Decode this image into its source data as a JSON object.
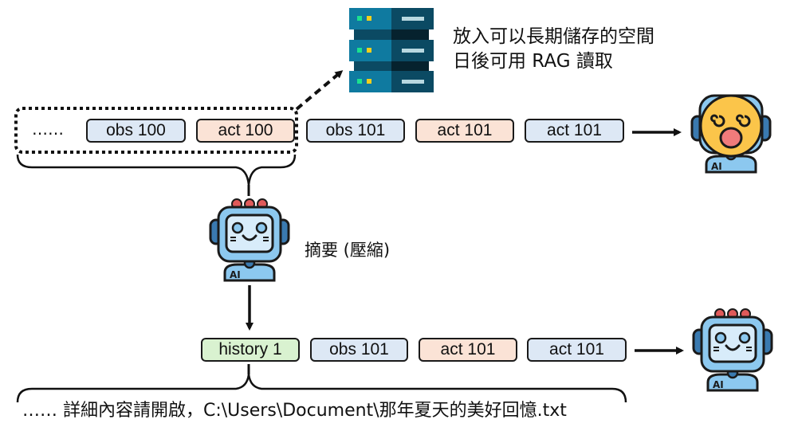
{
  "storage": {
    "icon": "server-rack-icon",
    "line1": "放入可以長期儲存的空間",
    "line2": "日後可用 RAG 讀取"
  },
  "top_row": {
    "ellipsis": "……",
    "items": [
      {
        "label": "obs 100",
        "kind": "obs"
      },
      {
        "label": "act 100",
        "kind": "act"
      },
      {
        "label": "obs 101",
        "kind": "obs"
      },
      {
        "label": "act 101",
        "kind": "act"
      },
      {
        "label": "act 101",
        "kind": "obs"
      }
    ],
    "result_icon": "dizzy-ai-robot-icon"
  },
  "summarizer": {
    "icon": "ai-robot-icon",
    "label": "摘要 (壓縮)"
  },
  "bottom_row": {
    "items": [
      {
        "label": "history 1",
        "kind": "hist"
      },
      {
        "label": "obs 101",
        "kind": "obs"
      },
      {
        "label": "act 101",
        "kind": "act"
      },
      {
        "label": "act 101",
        "kind": "obs"
      }
    ],
    "result_icon": "happy-ai-robot-icon"
  },
  "history_detail": "…… 詳細內容請開啟，C:\\Users\\Document\\那年夏天的美好回憶.txt",
  "colors": {
    "obs": "#dde8f5",
    "act": "#fbe3d6",
    "history": "#d9f2d0",
    "server_light": "#0f7aa0",
    "server_dark": "#0b4a63"
  }
}
